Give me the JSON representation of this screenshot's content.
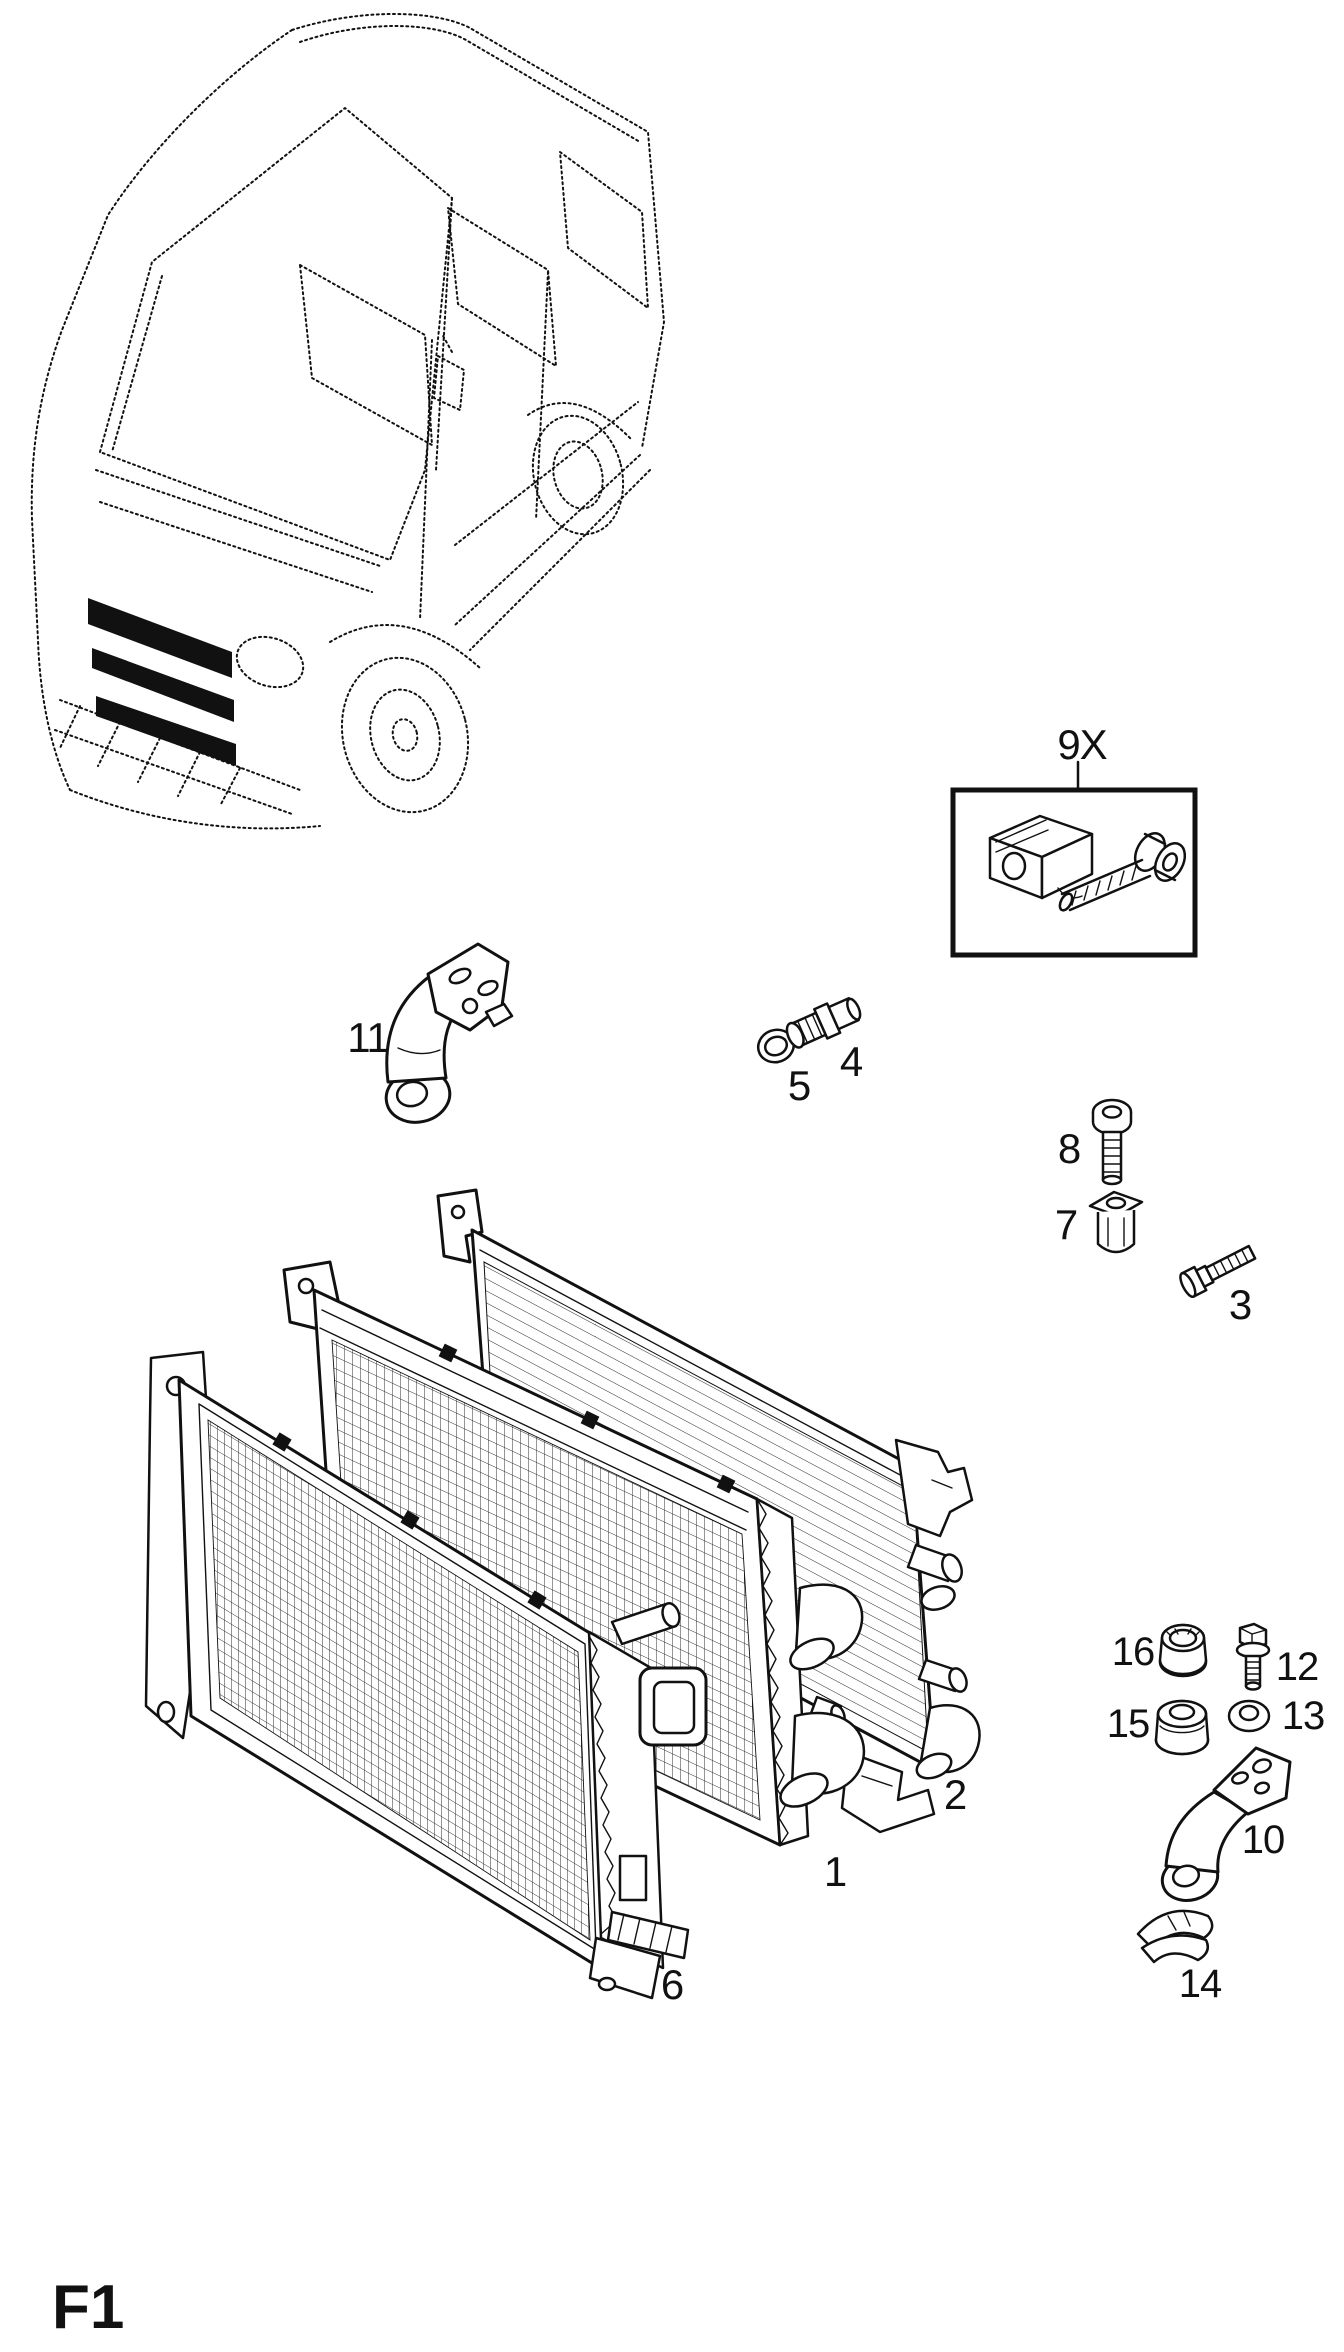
{
  "figure": {
    "code": "F1"
  },
  "callout_box": {
    "label": "9X"
  },
  "labels": {
    "part1": "1",
    "part2": "2",
    "part3": "3",
    "part4": "4",
    "part5": "5",
    "part6": "6",
    "part7": "7",
    "part8": "8",
    "part9x": "9X",
    "part10": "10",
    "part11": "11",
    "part12": "12",
    "part13": "13",
    "part14": "14",
    "part15": "15",
    "part16": "16"
  },
  "colors": {
    "ink": "#111111",
    "paper": "#ffffff"
  }
}
